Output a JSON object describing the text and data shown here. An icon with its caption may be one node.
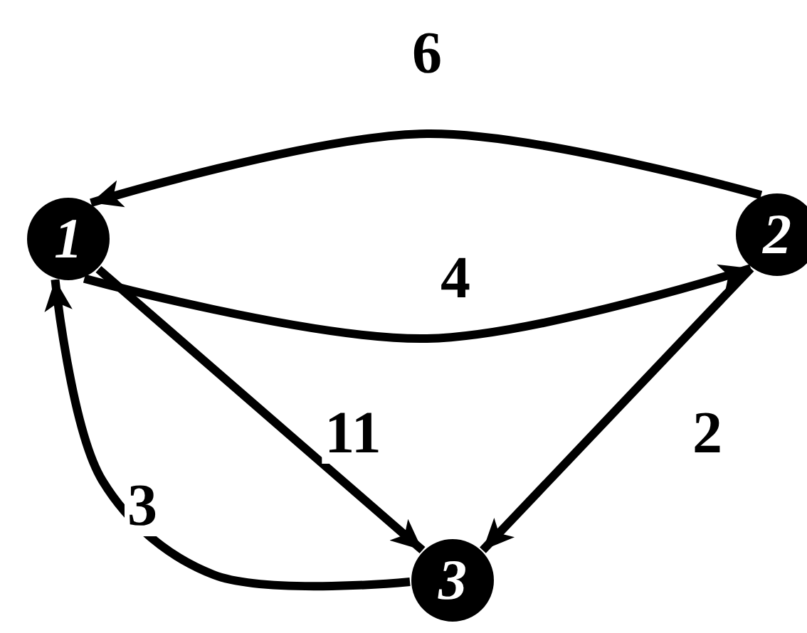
{
  "diagram": {
    "nodes": [
      {
        "text": [
          "1"
        ]
      },
      {
        "text": [
          "2"
        ]
      },
      {
        "text": [
          "3"
        ]
      }
    ],
    "edges": [
      {
        "from": 1,
        "to": 0,
        "arrow": "to",
        "label": "6"
      },
      {
        "from": 0,
        "to": 1,
        "arrow": "to",
        "label": "4"
      },
      {
        "from": 0,
        "to": 2,
        "arrow": "to",
        "label": "11"
      },
      {
        "from": 1,
        "to": 2,
        "arrow": "to",
        "label": "2"
      },
      {
        "from": 2,
        "to": 0,
        "arrow": "to",
        "label": "3"
      }
    ]
  }
}
